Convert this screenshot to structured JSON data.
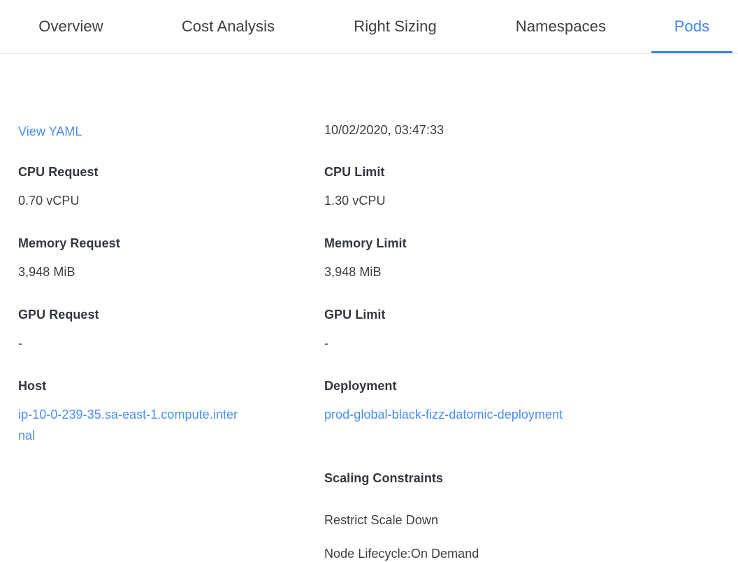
{
  "tabs": [
    {
      "label": "Overview",
      "active": false
    },
    {
      "label": "Cost Analysis",
      "active": false
    },
    {
      "label": "Right Sizing",
      "active": false
    },
    {
      "label": "Namespaces",
      "active": false
    },
    {
      "label": "Pods",
      "active": true
    }
  ],
  "colors": {
    "accent": "#3d85f0",
    "link": "#4a8ff0",
    "text": "#3c4043",
    "label": "#34383d",
    "border": "#e8eaed",
    "background": "#ffffff"
  },
  "detail": {
    "yaml_link": "View YAML",
    "timestamp": "10/02/2020, 03:47:33",
    "cpu_request_label": "CPU Request",
    "cpu_request_value": "0.70 vCPU",
    "cpu_limit_label": "CPU Limit",
    "cpu_limit_value": "1.30 vCPU",
    "memory_request_label": "Memory Request",
    "memory_request_value": "3,948 MiB",
    "memory_limit_label": "Memory Limit",
    "memory_limit_value": "3,948 MiB",
    "gpu_request_label": "GPU Request",
    "gpu_request_value": "-",
    "gpu_limit_label": "GPU Limit",
    "gpu_limit_value": "-",
    "host_label": "Host",
    "host_value": "ip-10-0-239-35.sa-east-1.compute.internal",
    "deployment_label": "Deployment",
    "deployment_value": "prod-global-black-fizz-datomic-deployment",
    "scaling_constraints_label": "Scaling Constraints",
    "scaling_constraints": [
      "Restrict Scale Down",
      "Node Lifecycle:On Demand"
    ]
  }
}
